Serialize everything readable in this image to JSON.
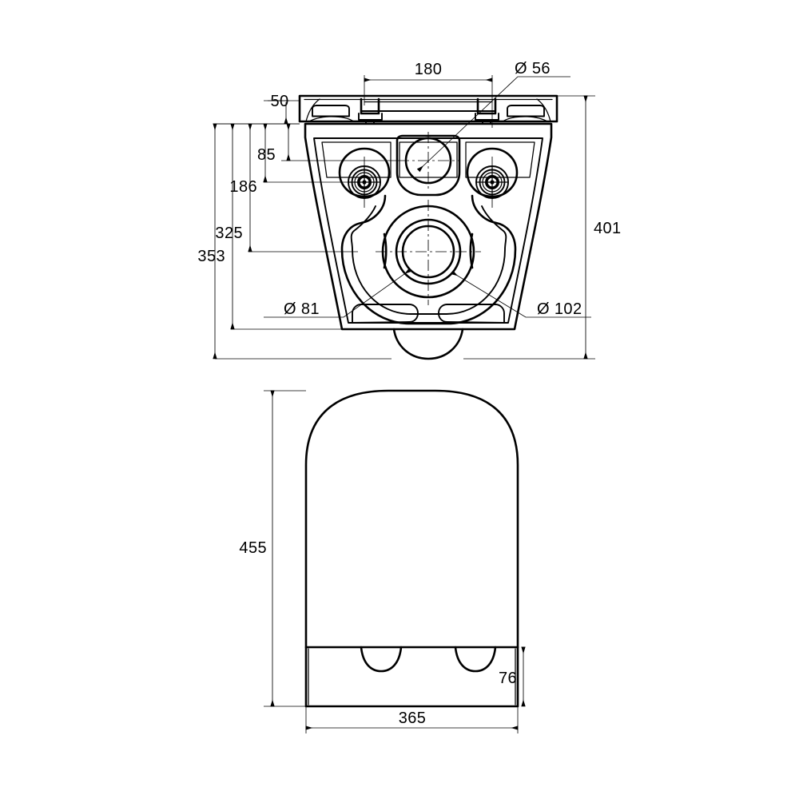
{
  "document": {
    "type": "technical-dimensional-drawing",
    "subject": "Wall hung toilet pan and seat",
    "background_color": "#ffffff",
    "line_color": "#000000",
    "units": "mm"
  },
  "views": {
    "rear_view": {
      "name": "rear-elevation-view",
      "description": "Rear view of wall hung toilet pan showing fixing bolt holes, flush inlet and soil outlet"
    },
    "plan_view": {
      "name": "seat-plan-view",
      "description": "Plan view of the D-shape toilet seat with hinge cut-outs"
    }
  },
  "dimensions": {
    "d180": {
      "value": "180",
      "label": "180",
      "role": "bolt-hole-centre-spacing"
    },
    "d56": {
      "value": "56",
      "label": "Ø 56",
      "role": "flush-inlet-diameter"
    },
    "d50": {
      "value": "50",
      "label": "50",
      "role": "offset-to-top-edge"
    },
    "d85": {
      "value": "85",
      "label": "85",
      "role": "flush-inlet-centre-height"
    },
    "d186": {
      "value": "186",
      "label": "186",
      "role": "fixing-bolt-centre-height"
    },
    "d325": {
      "value": "325",
      "label": "325",
      "role": "outlet-centre-height"
    },
    "d353": {
      "value": "353",
      "label": "353",
      "role": "pan-body-height"
    },
    "d401": {
      "value": "401",
      "label": "401",
      "role": "overall-height-with-seat"
    },
    "d81": {
      "value": "81",
      "label": "Ø 81",
      "role": "outlet-inner-diameter"
    },
    "d102": {
      "value": "102",
      "label": "Ø 102",
      "role": "outlet-outer-diameter"
    },
    "d455": {
      "value": "455",
      "label": "455",
      "role": "seat-overall-length"
    },
    "d365": {
      "value": "365",
      "label": "365",
      "role": "seat-overall-width"
    },
    "d76": {
      "value": "76",
      "label": "76",
      "role": "seat-rear-section-depth"
    }
  }
}
